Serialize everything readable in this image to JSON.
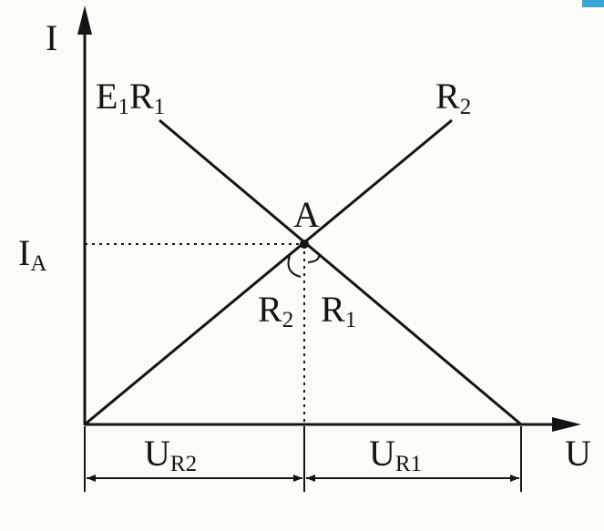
{
  "axes": {
    "y_label": "I",
    "x_label": "U"
  },
  "labels": {
    "source_line": {
      "base": "E",
      "sub": "1",
      "base2": "R",
      "sub2": "1"
    },
    "load_line": {
      "base": "R",
      "sub": "2"
    },
    "point": "A",
    "current": {
      "base": "I",
      "sub": "A"
    },
    "angle_left": {
      "base": "R",
      "sub": "2"
    },
    "angle_right": {
      "base": "R",
      "sub": "1"
    },
    "voltage_left": {
      "base": "U",
      "sub": "R2"
    },
    "voltage_right": {
      "base": "U",
      "sub": "R1"
    }
  },
  "colors": {
    "ink": "#141414",
    "background": "#fbfbf8",
    "corner_accent": "#3aa7d8"
  }
}
